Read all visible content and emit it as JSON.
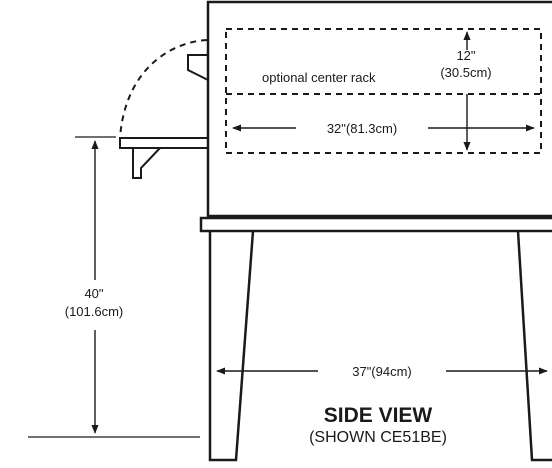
{
  "diagram": {
    "labels": {
      "rack": "optional center rack",
      "rack_height_in": "12\"",
      "rack_height_cm": "(30.5cm)",
      "rack_width": "32\"(81.3cm)",
      "floor_height_in": "40\"",
      "floor_height_cm": "(101.6cm)",
      "stand_width": "37\"(94cm)",
      "view_title": "SIDE VIEW",
      "view_subtitle": "(SHOWN CE51BE)"
    }
  }
}
